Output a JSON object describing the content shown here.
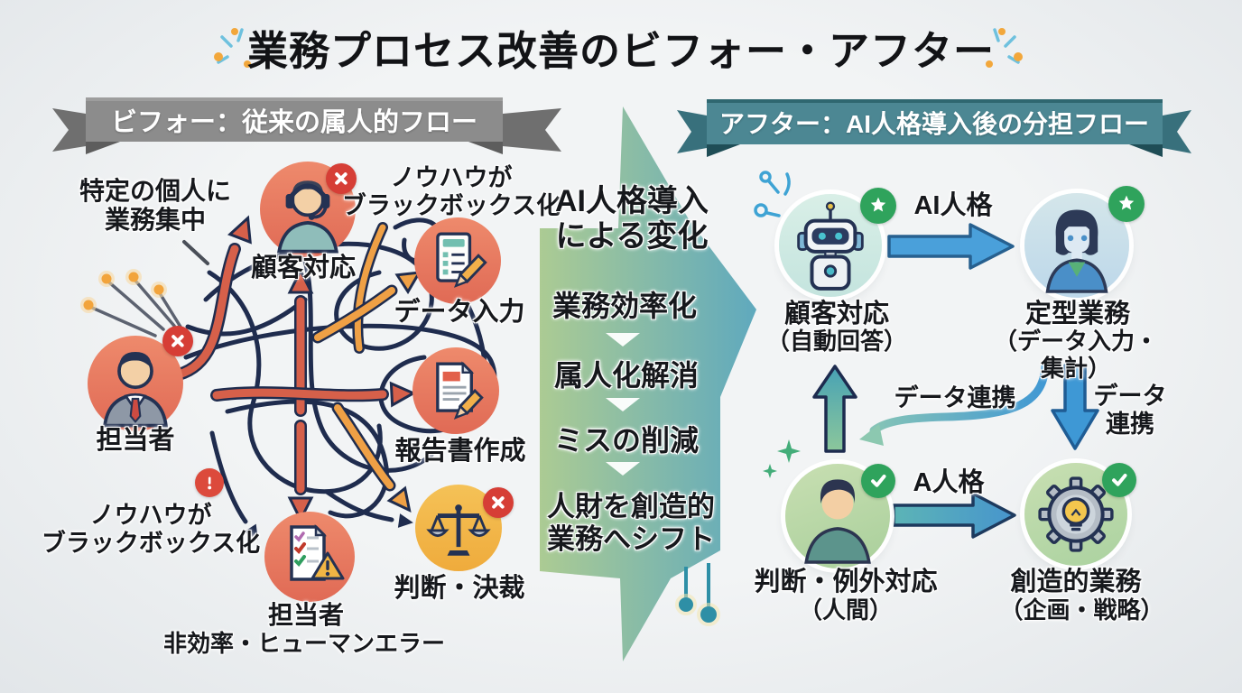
{
  "title": "業務プロセス改善のビフォー・アフター",
  "before": {
    "banner": "ビフォー：従来の属人的フロー",
    "notes": {
      "concentration": "特定の個人に\n業務集中",
      "blackbox_top": "ノウハウが\nブラックボックス化",
      "blackbox_bottom": "ノウハウが\nブラックボックス化"
    },
    "nodes": {
      "person": "担当者",
      "customer": "顧客対応",
      "data_entry": "データ入力",
      "report": "報告書作成",
      "decision": "判断・決裁",
      "checklist": "担当者",
      "checklist_sub": "非効率・ヒューマンエラー"
    }
  },
  "center": {
    "heading": "AI人格導入\nによる変化",
    "items": [
      "業務効率化",
      "属人化解消",
      "ミスの削減",
      "人財を創造的\n業務へシフト"
    ]
  },
  "after": {
    "banner": "アフター：AI人格導入後の分担フロー",
    "nodes": {
      "robot": {
        "label": "顧客対応",
        "sub": "（自動回答）"
      },
      "woman": {
        "label": "定型業務",
        "sub": "（データ入力・集計）"
      },
      "man": {
        "label": "判断・例外対応",
        "sub": "（人間）"
      },
      "creative": {
        "label": "創造的業務",
        "sub": "（企画・戦略）"
      }
    },
    "arrows": {
      "ai_persona_top": "AI人格",
      "a_persona_bottom": "A人格",
      "data_link_mid": "データ連携",
      "data_link_right": "データ\n連携"
    }
  },
  "palette": {
    "before_ribbon": "#8c8c8c",
    "after_ribbon": "#4c8793",
    "alert_red": "#d63e36",
    "ok_green": "#2fa35c",
    "warn_yellow": "#f1b544",
    "salmon_circle": "#e5745c",
    "arrow_blue": "#4aa0da",
    "outline_navy": "#243253",
    "gradient_green": "#a6c88e",
    "gradient_teal": "#5aa6ba"
  }
}
